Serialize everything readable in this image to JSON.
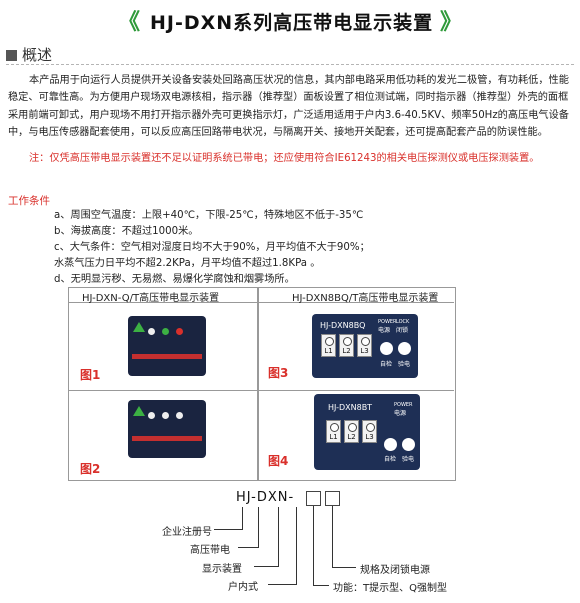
{
  "header": {
    "title": "HJ-DXN系列高压带电显示装置",
    "left_deco": "《",
    "right_deco": "》"
  },
  "overview": {
    "heading": "概述",
    "paragraph": "本产品用于向运行人员提供开关设备安装处回路高压状况的信息，其内部电路采用低功耗的发光二极管，有功耗低，性能稳定、可靠性高。为方便用户现场双电源核相，指示器（推荐型）面板设置了相位测试端，同时指示器（推荐型）外壳的面框采用前端可卸式，用户现场不用打开指示器外壳可更换指示灯，广泛适用适用于户内3.6-40.5KV、频率50Hz的高压电气设备中，与电压传感器配套使用，可以反应高压回路带电状况，与隔离开关、接地开关配套，还可提高配套产品的防误性能。",
    "note": "注：仅凭高压带电显示装置还不足以证明系统已带电；还应使用符合IE61243的相关电压探测仪或电压探测装置。"
  },
  "conditions": {
    "title": "工作条件",
    "items": [
      "a、周围空气温度：上限+40℃，下限-25℃，特殊地区不低于-35℃",
      "b、海拔高度：不超过1000米。",
      "c、大气条件：空气相对湿度日均不大于90%，月平均值不大于90%；",
      "   水蒸气压力日平均不超2.2KPa，月平均值不超过1.8KPa 。",
      "d、无明显污秽、无易燃、易爆化学腐蚀和烟雾场所。"
    ]
  },
  "figures": {
    "left_title": "HJ-DXN-Q/T高压带电显示装置",
    "right_title": "HJ-DXN8BQ/T高压带电显示装置",
    "fig1": "图1",
    "fig2": "图2",
    "fig3": "图3",
    "fig4": "图4",
    "dev3_model": "HJ-DXN8BQ",
    "dev4_model": "HJ-DXN8BT",
    "dev3_power": "POWER",
    "dev3_lock": "LOCK",
    "dev3_power_cn": "电源",
    "dev3_lock_cn": "闭锁",
    "dev4_power": "POWER",
    "dev4_power_cn": "电源",
    "l1": "L1",
    "l2": "L2",
    "l3": "L3",
    "selftest": "自检",
    "unlock": "验电"
  },
  "model_code": {
    "code": "HJ-DXN-",
    "labels": {
      "company": "企业注册号",
      "hv": "高压带电",
      "display": "显示装置",
      "indoor": "户内式",
      "spec": "规格及闭锁电源",
      "function": "功能：T提示型、Q强制型"
    }
  },
  "colors": {
    "accent_green": "#2f9a3a",
    "note_red": "#d9302b",
    "device_body": "#1a2440"
  }
}
